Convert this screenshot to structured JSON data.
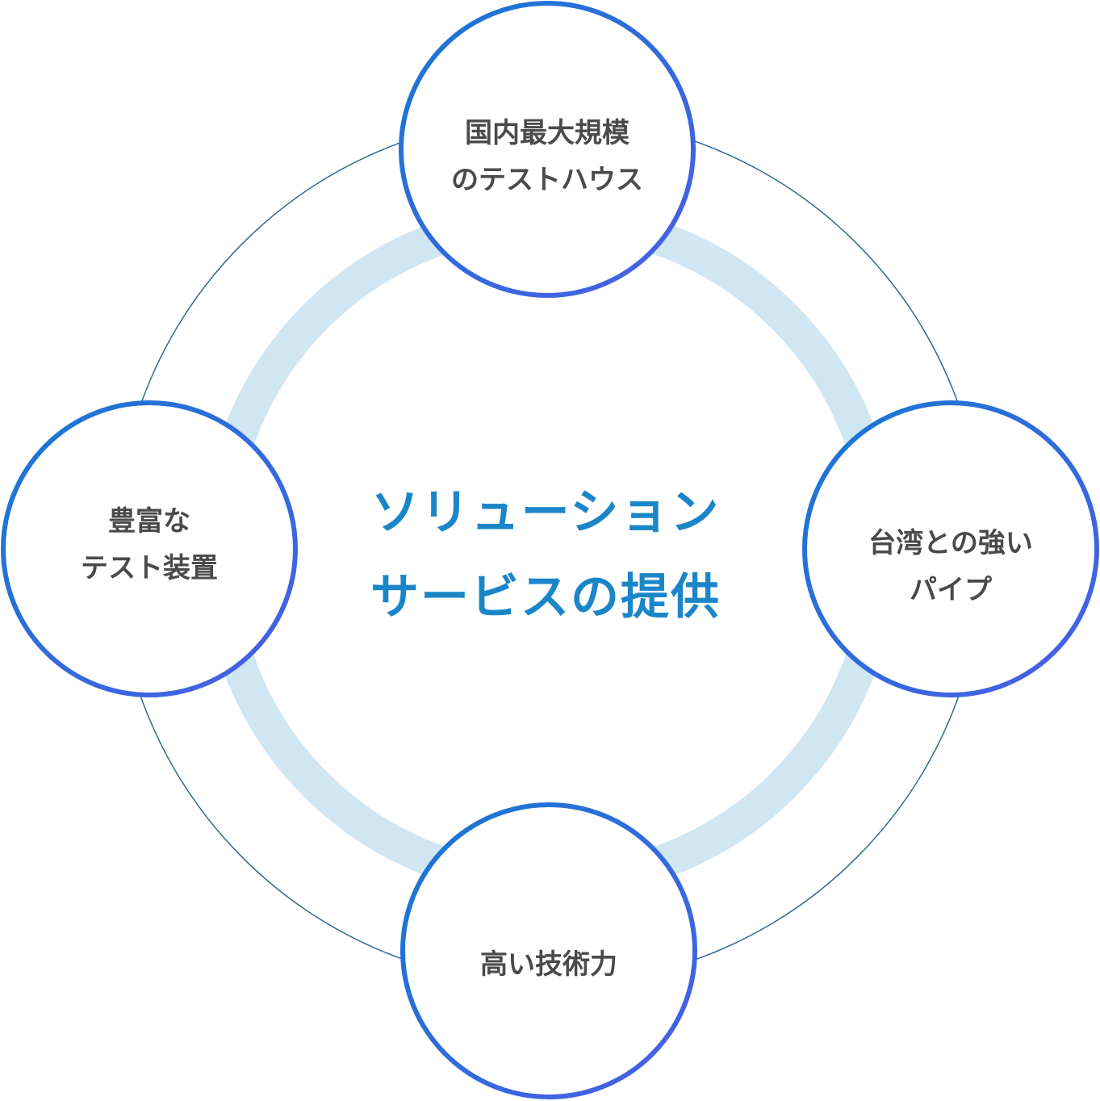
{
  "center": {
    "line1": "ソリューション",
    "line2": "サービスの提供"
  },
  "nodes": {
    "top": {
      "line1": "国内最大規模",
      "line2": "のテストハウス"
    },
    "right": {
      "line1": "台湾との強い",
      "line2": "パイプ"
    },
    "bottom": {
      "line1": "高い技術力"
    },
    "left": {
      "line1": "豊富な",
      "line2": "テスト装置"
    }
  },
  "colors": {
    "center_text": "#1a86c8",
    "node_text": "#4a4a4a",
    "node_border_start": "#1778d2",
    "node_border_end": "#4b5ee6",
    "inner_ring": "#d0e6f3",
    "outer_ring": "#2e6a96"
  }
}
